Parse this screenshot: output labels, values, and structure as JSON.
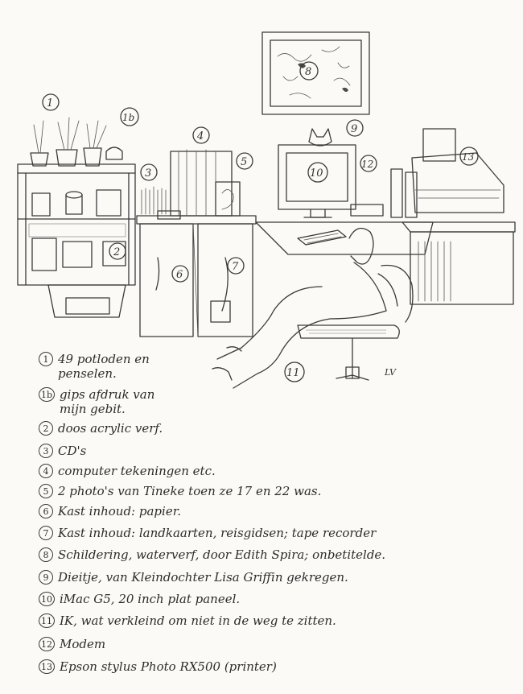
{
  "signature": "LV",
  "sketch_labels": [
    {
      "id": "1",
      "name": "label-1"
    },
    {
      "id": "1b",
      "name": "label-1b"
    },
    {
      "id": "2",
      "name": "label-2"
    },
    {
      "id": "3",
      "name": "label-3"
    },
    {
      "id": "4",
      "name": "label-4"
    },
    {
      "id": "5",
      "name": "label-5"
    },
    {
      "id": "6",
      "name": "label-6"
    },
    {
      "id": "7",
      "name": "label-7"
    },
    {
      "id": "8",
      "name": "label-8"
    },
    {
      "id": "9",
      "name": "label-9"
    },
    {
      "id": "10",
      "name": "label-10"
    },
    {
      "id": "11",
      "name": "label-11"
    },
    {
      "id": "12",
      "name": "label-12"
    },
    {
      "id": "13",
      "name": "label-13"
    }
  ],
  "legend": [
    {
      "num": "1",
      "text": "49 potloden en penselen."
    },
    {
      "num": "1b",
      "text": "gips afdruk van mijn gebit."
    },
    {
      "num": "2",
      "text": "doos acrylic verf."
    },
    {
      "num": "3",
      "text": "CD's"
    },
    {
      "num": "4",
      "text": "computer tekeningen etc."
    },
    {
      "num": "5",
      "text": "2 photo's van Tineke toen ze 17 en 22 was."
    },
    {
      "num": "6",
      "text": "Kast inhoud: papier."
    },
    {
      "num": "7",
      "text": "Kast inhoud: landkaarten, reisgidsen; tape recorder"
    },
    {
      "num": "8",
      "text": "Schildering, waterverf, door Edith Spira; onbetitelde."
    },
    {
      "num": "9",
      "text": "Dieitje, van Kleindochter Lisa Griffin gekregen."
    },
    {
      "num": "10",
      "text": "iMac G5, 20 inch plat paneel."
    },
    {
      "num": "11",
      "text": "IK, wat verkleind om niet in de weg te zitten."
    },
    {
      "num": "12",
      "text": "Modem"
    },
    {
      "num": "13",
      "text": "Epson stylus Photo RX500 (printer)"
    }
  ]
}
